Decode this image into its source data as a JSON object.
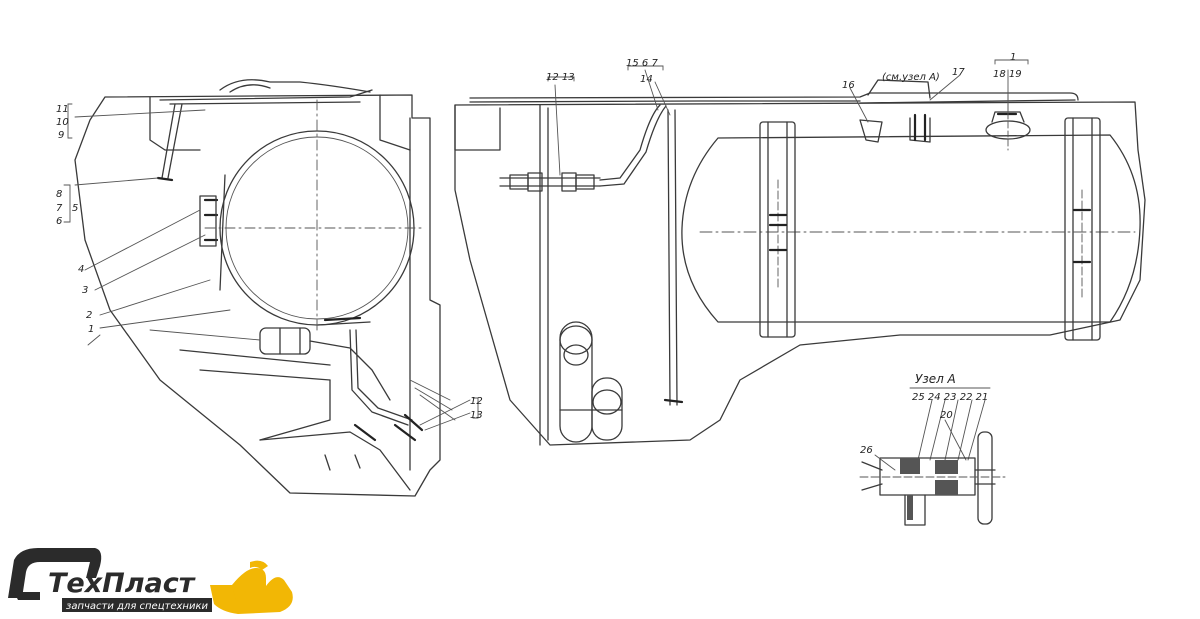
{
  "callouts_left": [
    {
      "id": "11",
      "text": "11"
    },
    {
      "id": "10",
      "text": "10"
    },
    {
      "id": "9",
      "text": "9"
    },
    {
      "id": "8",
      "text": "8"
    },
    {
      "id": "7",
      "text": "7"
    },
    {
      "id": "6",
      "text": "6"
    },
    {
      "id": "5",
      "text": "5"
    },
    {
      "id": "4",
      "text": "4"
    },
    {
      "id": "3",
      "text": "3"
    },
    {
      "id": "2",
      "text": "2"
    },
    {
      "id": "1",
      "text": "1"
    },
    {
      "id": "12",
      "text": "12"
    },
    {
      "id": "13",
      "text": "13"
    }
  ],
  "callouts_right": {
    "c12_13": "12 13",
    "c15_6_7": "15 6 7",
    "c14": "14",
    "c16": "16",
    "node_ref": "(см.узел А)",
    "c17": "17",
    "c1": "1",
    "c18_19": "18 19"
  },
  "node_a": {
    "title": "Узел А",
    "numbers": "25 24 23 22 21",
    "c20": "20",
    "c26": "26"
  },
  "logo": {
    "name": "ТехПласт",
    "tagline": "запчасти для спецтехники",
    "accent_color": "#f2b705",
    "dark_color": "#2b2b2b"
  }
}
